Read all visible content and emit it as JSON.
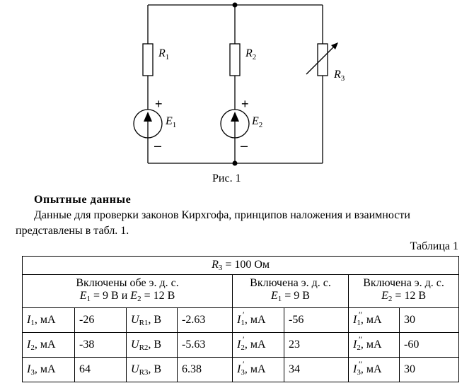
{
  "circuit": {
    "labels": {
      "r1": "R",
      "r1_sub": "1",
      "r2": "R",
      "r2_sub": "2",
      "r3": "R",
      "r3_sub": "3",
      "e1": "E",
      "e1_sub": "1",
      "e2": "E",
      "e2_sub": "2",
      "plus": "+",
      "minus": "–"
    }
  },
  "figure_caption": "Рис. 1",
  "section_heading": "Опытные данные",
  "paragraph_line1": "Данные для проверки законов Кирхгофа, принципов наложения и взаимности",
  "paragraph_line2": "представлены в табл. 1.",
  "table_title": "Таблица 1",
  "table": {
    "r3_symbol": "R",
    "r3_sub": "3",
    "r3_value": " = 100 Ом",
    "group1_line1": "Включены обе э. д. с.",
    "group1_e1": "E",
    "group1_e1_sub": "1",
    "group1_e1_val": " = 9 В и ",
    "group1_e2": "E",
    "group1_e2_sub": "2",
    "group1_e2_val": " = 12 В",
    "group2_line1": "Включена э. д. с.",
    "group2_e": "E",
    "group2_e_sub": "1",
    "group2_e_val": " = 9 В",
    "group3_line1": "Включена э. д. с.",
    "group3_e": "E",
    "group3_e_sub": "2",
    "group3_e_val": " = 12 В",
    "rows": [
      {
        "i_sym": "I",
        "i_sub": "1",
        "i_unit": ", мА",
        "i_val": "-26",
        "u_sym": "U",
        "u_sub": "R1",
        "u_unit": ", В",
        "u_val": "-2.63",
        "ip_sym": "I",
        "ip_mark": "′",
        "ip_sub": "1",
        "ip_unit": ", мА",
        "ip_val": "-56",
        "ipp_sym": "I",
        "ipp_mark": "″",
        "ipp_sub": "1",
        "ipp_unit": ", мА",
        "ipp_val": "30"
      },
      {
        "i_sym": "I",
        "i_sub": "2",
        "i_unit": ", мА",
        "i_val": "-38",
        "u_sym": "U",
        "u_sub": "R2",
        "u_unit": ", В",
        "u_val": "-5.63",
        "ip_sym": "I",
        "ip_mark": "′",
        "ip_sub": "2",
        "ip_unit": ", мА",
        "ip_val": "23",
        "ipp_sym": "I",
        "ipp_mark": "″",
        "ipp_sub": "2",
        "ipp_unit": ", мА",
        "ipp_val": "-60"
      },
      {
        "i_sym": "I",
        "i_sub": "3",
        "i_unit": ", мА",
        "i_val": "64",
        "u_sym": "U",
        "u_sub": "R3",
        "u_unit": ", В",
        "u_val": "6.38",
        "ip_sym": "I",
        "ip_mark": "′",
        "ip_sub": "3",
        "ip_unit": ", мА",
        "ip_val": "34",
        "ipp_sym": "I",
        "ipp_mark": "″",
        "ipp_sub": "3",
        "ipp_unit": ", мА",
        "ipp_val": "30"
      }
    ]
  }
}
